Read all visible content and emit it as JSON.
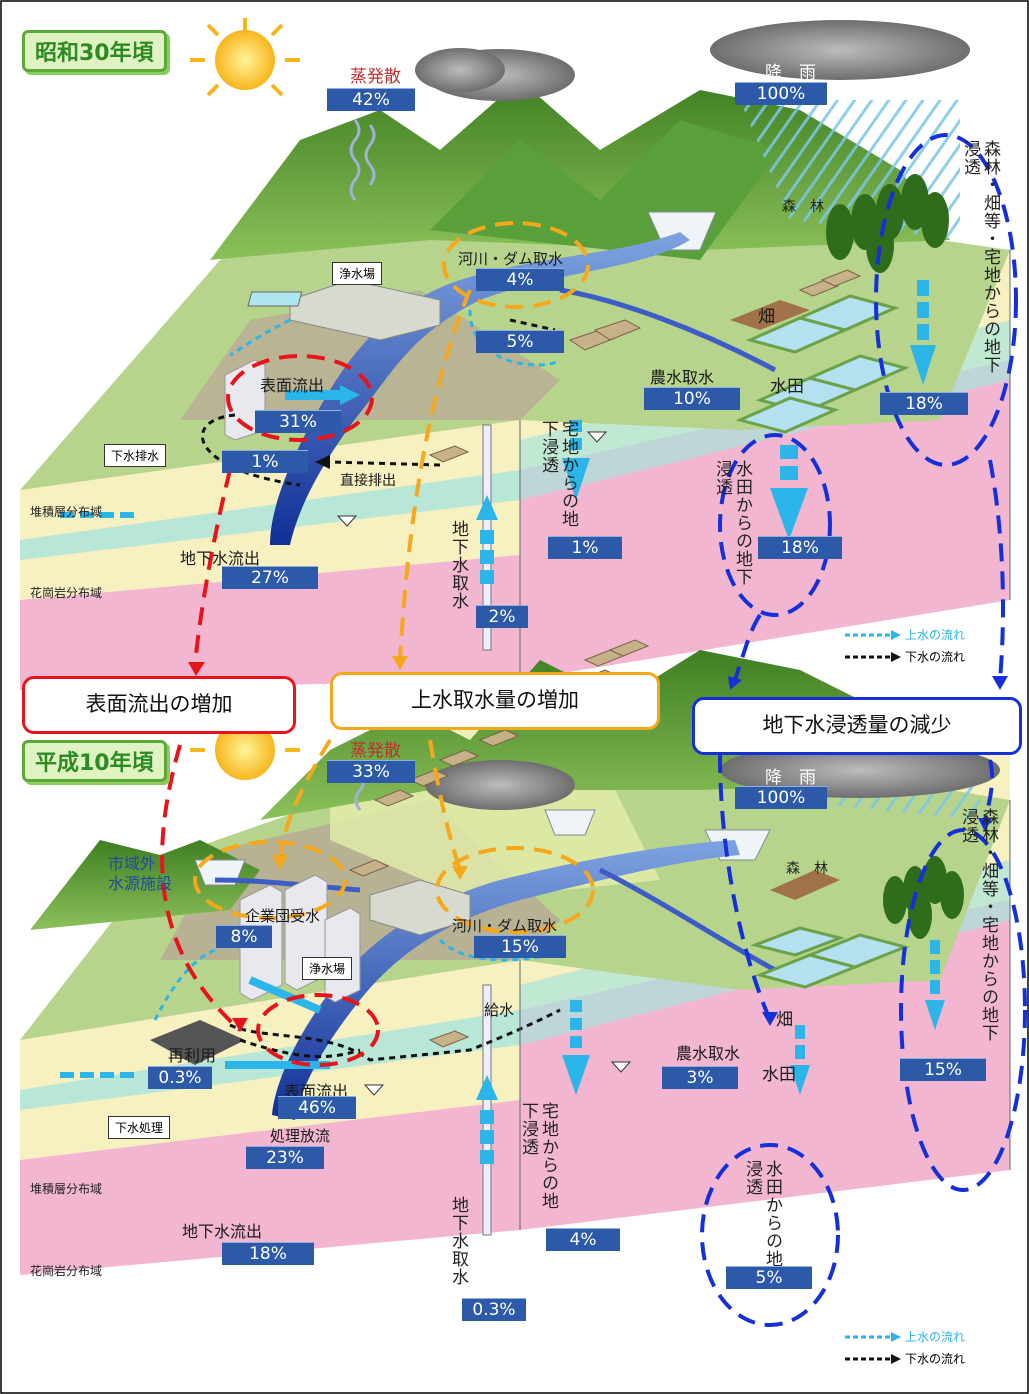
{
  "top": {
    "era_label": "昭和30年頃",
    "evaporation_label": "蒸発散",
    "evaporation_pct": "42%",
    "rain_label": "降　雨",
    "rain_pct": "100%",
    "forest_label": "森　林",
    "forest_infiltration_vertical": "森林・畑等・宅地からの地下浸透",
    "forest_infiltration_pct": "18%",
    "purification_label": "浄水場",
    "river_dam_label": "河川・ダム取水",
    "river_dam_pct": "4%",
    "supply_pct": "5%",
    "field_label": "畑",
    "paddy_label": "水田",
    "agri_intake_label": "農水取水",
    "agri_intake_pct": "10%",
    "surface_runoff_label": "表面流出",
    "surface_runoff_pct": "31%",
    "sewage_label": "下水排水",
    "sewage_pct": "1%",
    "direct_discharge_label": "直接排出",
    "sediment_label": "堆積層分布域",
    "granite_label": "花崗岩分布域",
    "groundwater_out_label": "地下水流出",
    "groundwater_out_pct": "27%",
    "groundwater_intake_vertical": "地下水取水",
    "groundwater_intake_pct": "2%",
    "residential_infiltration_vertical": "宅地からの地下浸透",
    "residential_infiltration_pct": "1%",
    "paddy_infiltration_vertical": "水田からの地下浸透",
    "paddy_infiltration_pct": "18%",
    "legend_water": "上水の流れ",
    "legend_sewage": "下水の流れ"
  },
  "callouts": {
    "surface_increase": "表面流出の増加",
    "water_intake_increase": "上水取水量の増加",
    "groundwater_decrease": "地下水浸透量の減少"
  },
  "bottom": {
    "era_label": "平成10年頃",
    "evaporation_label": "蒸発散",
    "evaporation_pct": "33%",
    "rain_label": "降　雨",
    "rain_pct": "100%",
    "forest_label": "森　林",
    "outside_source_label": "市域外\n水源施設",
    "enterprise_label": "企業団受水",
    "enterprise_pct": "8%",
    "river_dam_label": "河川・ダム取水",
    "river_dam_pct": "15%",
    "purification_label": "浄水場",
    "supply_label": "給水",
    "field_label": "畑",
    "paddy_label": "水田",
    "agri_intake_label": "農水取水",
    "agri_intake_pct": "3%",
    "forest_infiltration_vertical": "森林・畑等・宅地からの地下浸透",
    "forest_infiltration_pct": "15%",
    "reuse_label": "再利用",
    "reuse_pct": "0.3%",
    "surface_runoff_label": "表面流出",
    "surface_runoff_pct": "46%",
    "treatment_label": "下水処理",
    "treated_discharge_label": "処理放流",
    "treated_discharge_pct": "23%",
    "sediment_label": "堆積層分布域",
    "granite_label": "花崗岩分布域",
    "groundwater_out_label": "地下水流出",
    "groundwater_out_pct": "18%",
    "groundwater_intake_vertical": "地下水取水",
    "groundwater_intake_pct": "0.3%",
    "residential_infiltration_vertical": "宅地からの地下浸透",
    "residential_infiltration_pct": "4%",
    "paddy_infiltration_vertical": "水田からの地下浸透",
    "paddy_infiltration_pct": "5%",
    "legend_water": "上水の流れ",
    "legend_sewage": "下水の流れ"
  },
  "colors": {
    "red": "#e8141b",
    "orange": "#f5a81c",
    "blue": "#1530d8",
    "pct_box": "#2c5aa8",
    "ground_top": "#b7d48c",
    "mountain": "#4d8f2a",
    "pink_layer": "#f2b6d0",
    "cream_layer": "#f7f0c0",
    "aqua_layer": "#a8e4dc",
    "river": "#1d3ea8"
  }
}
